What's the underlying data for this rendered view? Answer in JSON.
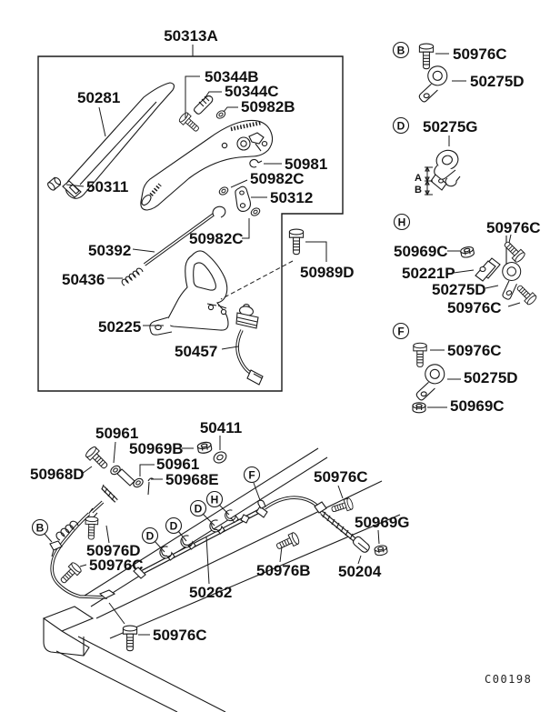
{
  "diagram": {
    "assembly_label": "50313A",
    "footer_code": "C00198"
  },
  "lever_box": {
    "grip": "50281",
    "release_button": "50311",
    "pivot_bolt": "50344B",
    "bushing": "50344C",
    "washer_b": "50982B",
    "clip": "50981",
    "washer_c_upper": "50982C",
    "link": "50312",
    "washer_c_lower": "50982C",
    "rod": "50392",
    "spring": "50436",
    "bracket": "50225",
    "switch": "50457",
    "mount_bolt": "50989D"
  },
  "sections": {
    "b": {
      "letter": "B",
      "bolt": "50976C",
      "clamp": "50275D"
    },
    "d": {
      "letter": "D",
      "clamp": "50275G",
      "dim_a": "A",
      "dim_b": "B"
    },
    "h": {
      "letter": "H",
      "bolt_upper": "50976C",
      "nut": "50969C",
      "plate": "50221P",
      "clamp": "50275D",
      "bolt_lower": "50976C"
    },
    "f": {
      "letter": "F",
      "bolt": "50976C",
      "clamp": "50275D",
      "nut": "50969C"
    }
  },
  "cable": {
    "ring": "50411",
    "adjust_nut": "50969B",
    "washer_upper": "50961",
    "equalizer_bolt": "50968D",
    "washer_lower": "50961",
    "pin": "50968E",
    "spring_bolt": "50976D",
    "bolt_left": "50976C",
    "marker_b": "B",
    "marker_d1": "D",
    "marker_d2": "D",
    "marker_d3": "D",
    "marker_h": "H",
    "marker_f": "F",
    "conduit": "50262",
    "bolt_mid": "50976C",
    "nut_g": "50969G",
    "bolt_b": "50976B",
    "rod_end": "50204",
    "bolt_bottom": "50976C"
  }
}
